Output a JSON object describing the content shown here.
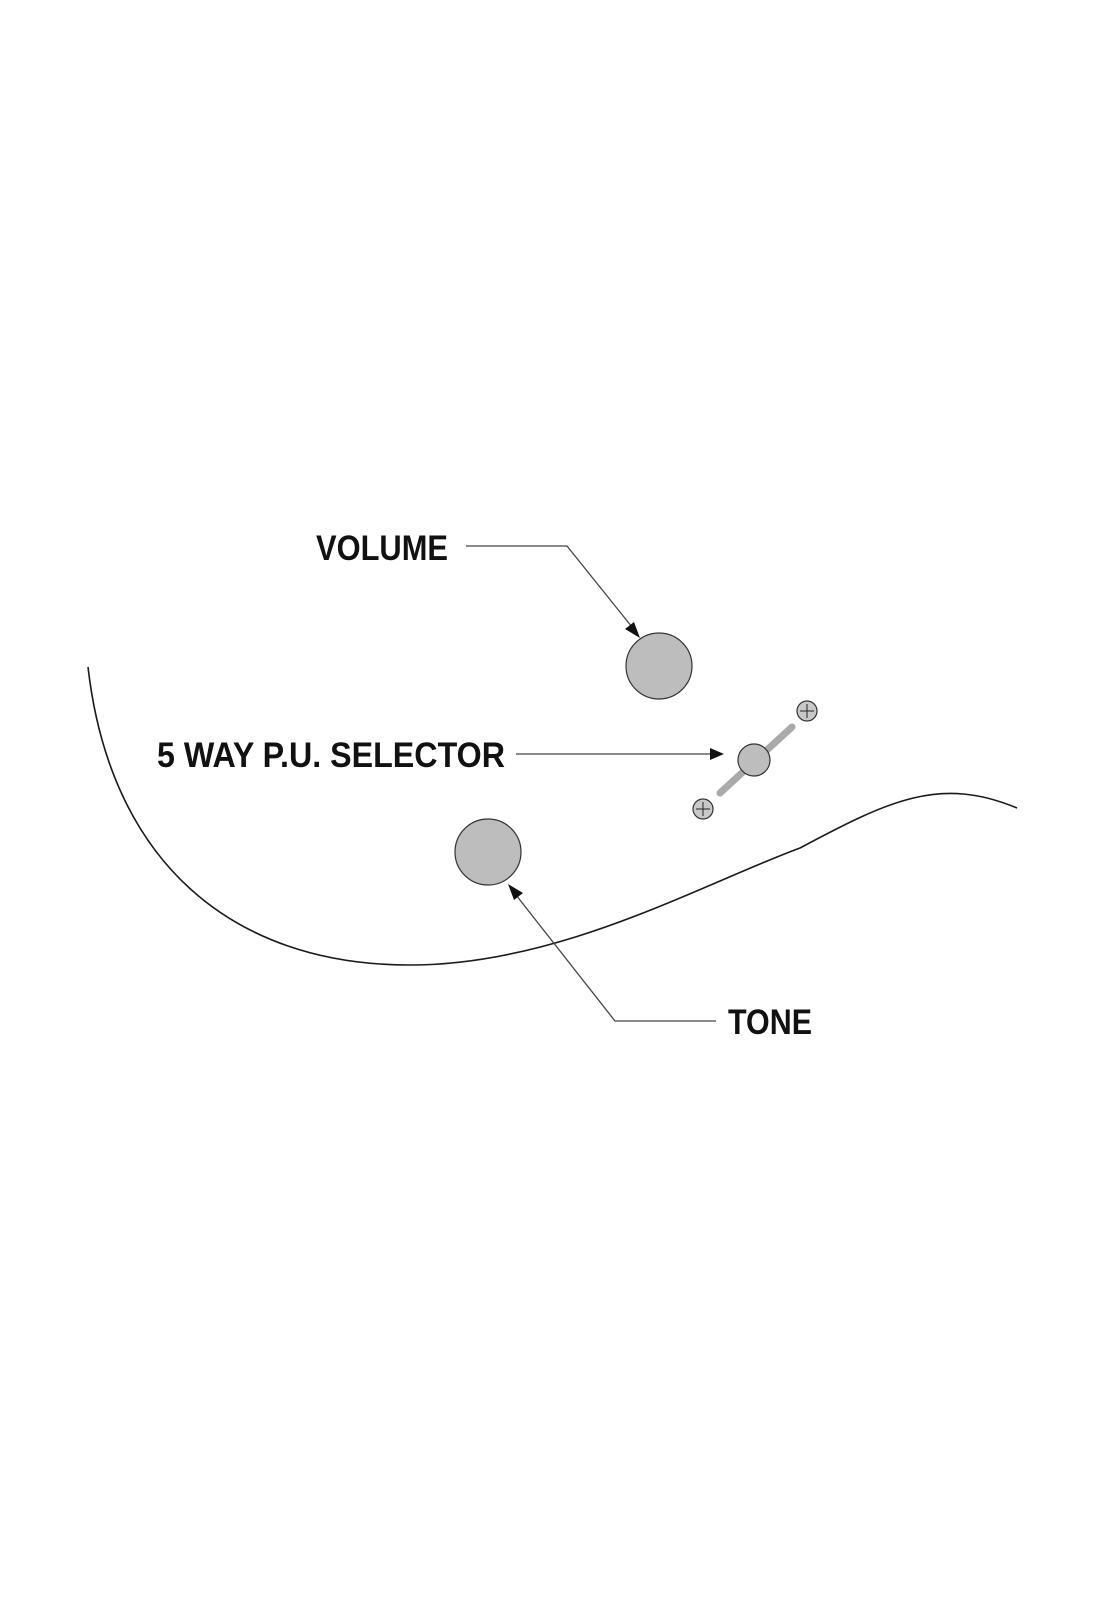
{
  "labels": {
    "volume": "VOLUME",
    "selector": "5 WAY P.U. SELECTOR",
    "tone": "TONE"
  },
  "colors": {
    "knob_fill": "#bdbdbd",
    "screw_fill": "#c8c8c8",
    "slot": "#a9a9a9",
    "outline": "#1a1a1a",
    "label_text": "#111111",
    "background": "#ffffff"
  }
}
